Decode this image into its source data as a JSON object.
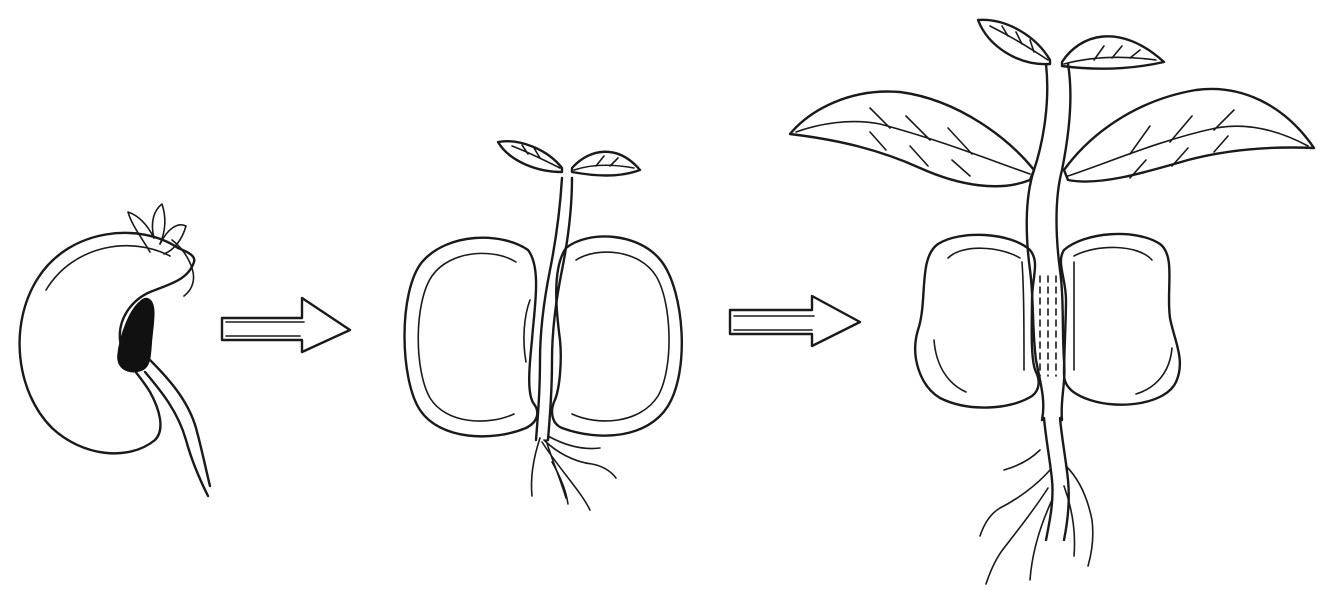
{
  "diagram": {
    "stages": [
      {
        "id": "seed",
        "icon": "germinating-seed"
      },
      {
        "id": "seedling",
        "icon": "seedling"
      },
      {
        "id": "young-plant",
        "icon": "young-plant"
      }
    ],
    "connectors": [
      {
        "icon": "arrow-right",
        "from": "seed",
        "to": "seedling"
      },
      {
        "icon": "arrow-right",
        "from": "seedling",
        "to": "young-plant"
      }
    ],
    "colors": {
      "line": "#1a1a1a",
      "background": "#ffffff"
    }
  }
}
